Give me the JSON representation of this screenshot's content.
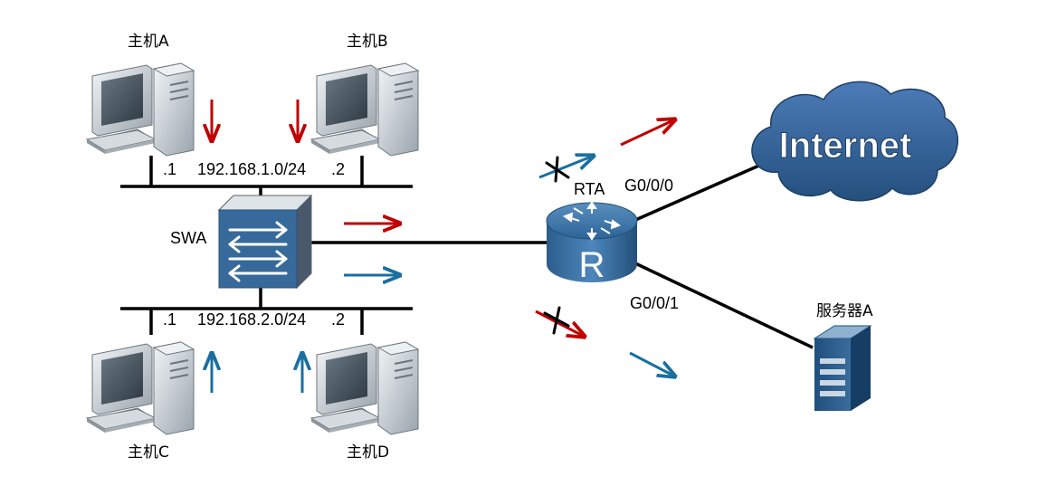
{
  "hosts": {
    "a": "主机A",
    "b": "主机B",
    "c": "主机C",
    "d": "主机D"
  },
  "networks": {
    "top": {
      "subnet": "192.168.1.0/24",
      "left_host": ".1",
      "right_host": ".2"
    },
    "bottom": {
      "subnet": "192.168.2.0/24",
      "left_host": ".1",
      "right_host": ".2"
    }
  },
  "switch": {
    "name": "SWA",
    "icon": "switch-icon"
  },
  "router": {
    "name": "RTA",
    "icon": "router-icon",
    "glyph": "R",
    "port_up": "G0/0/0",
    "port_down": "G0/0/1"
  },
  "cloud": {
    "label": "Internet",
    "icon": "cloud-icon"
  },
  "server": {
    "label": "服务器A",
    "icon": "server-icon"
  },
  "colors": {
    "red_flow": "#c00000",
    "blue_flow": "#1a6fa0",
    "link": "#000000",
    "device_blue": "#2f6a9e",
    "cloud_blue": "#3a6aa6"
  }
}
